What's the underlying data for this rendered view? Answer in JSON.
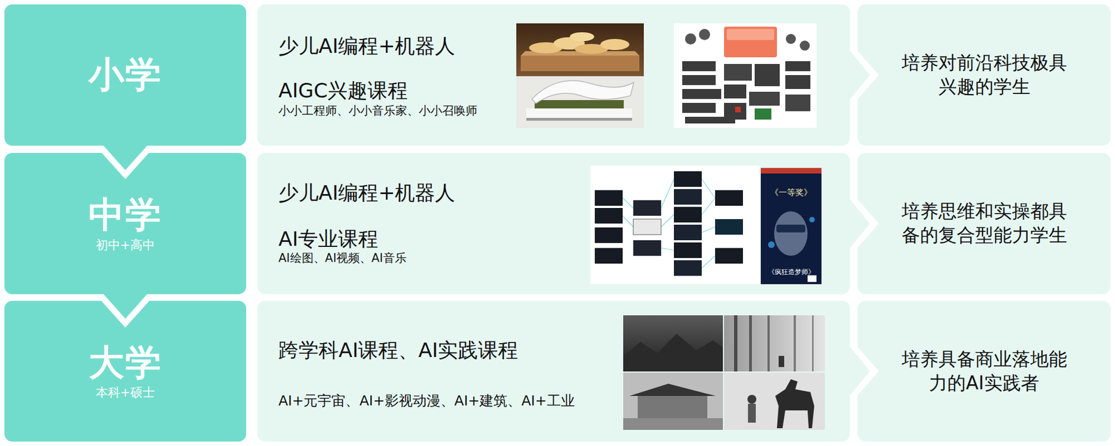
{
  "diagram": {
    "nodes": [
      {
        "text": [
          "小学"
        ]
      },
      {
        "text": [
          "少儿AI编程+机器人",
          "AIGC兴趣课程",
          "小小工程师、小小音乐家、小小召唤师"
        ]
      },
      {
        "text": [
          "培养对前沿科技极具兴趣的学生"
        ]
      },
      {
        "text": [
          "中学",
          "初中+高中"
        ]
      },
      {
        "text": [
          "少儿AI编程+机器人",
          "AI专业课程",
          "AI绘图、AI视频、AI音乐"
        ]
      },
      {
        "text": [
          "培养思维和实操都具备的复合型能力学生"
        ]
      },
      {
        "text": [
          "大学",
          "本科+硕士"
        ]
      },
      {
        "text": [
          "跨学科AI课程、AI实践课程",
          "AI+元宇宙、AI+影视动漫、AI+建筑、AI+工业"
        ]
      },
      {
        "text": [
          "培养具备商业落地能力的AI实践者"
        ]
      }
    ],
    "edges": [
      {
        "from": 0,
        "to": 3,
        "arrow": "to"
      },
      {
        "from": 3,
        "to": 6,
        "arrow": "to"
      },
      {
        "from": 1,
        "to": 2,
        "arrow": "to"
      },
      {
        "from": 4,
        "to": 5,
        "arrow": "to"
      },
      {
        "from": 7,
        "to": 8,
        "arrow": "to"
      }
    ],
    "labels": [
      "《一等奖》",
      "《疯狂造梦师》"
    ]
  }
}
